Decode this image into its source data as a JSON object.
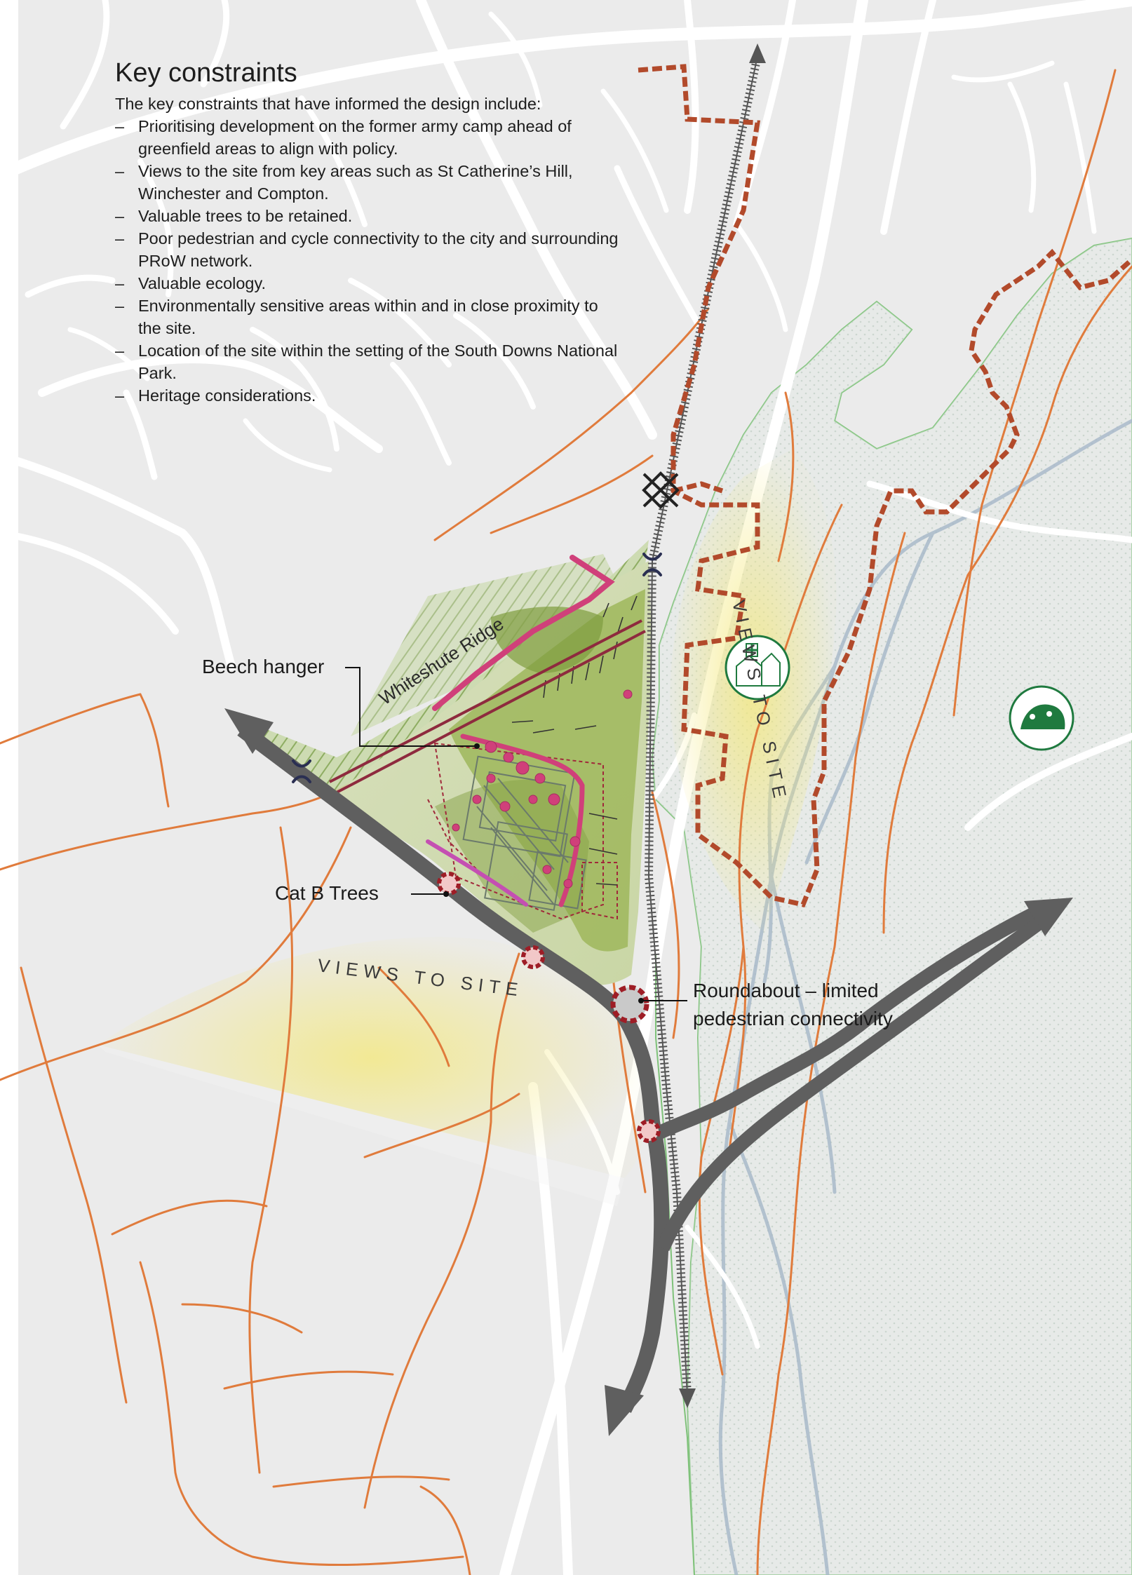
{
  "panel": {
    "title": "Key constraints",
    "intro": "The key constraints that have informed the design include:",
    "bullet": "–",
    "items": [
      "Prioritising development on the former army camp ahead of greenfield areas to align with policy.",
      "Views to the site from key areas such as St Catherine’s Hill, Winchester and Compton.",
      "Valuable trees to be retained.",
      "Poor pedestrian and cycle connectivity to the city and surrounding PRoW network.",
      "Valuable ecology.",
      "Environmentally sensitive areas within and in close proximity to the site.",
      "Location of the site within the setting of the South Downs National Park.",
      "Heritage considerations."
    ]
  },
  "map_labels": {
    "beech_hanger": "Beech hanger",
    "whiteshute_ridge": "Whiteshute Ridge",
    "cat_b_trees": "Cat B Trees",
    "views_to_site_south": "VIEWS TO SITE",
    "views_to_site_east": "VIEWS TO SITE",
    "roundabout": "Roundabout – limited pedestrian connectivity"
  },
  "icons": [
    "hospital-icon",
    "national-park-icon",
    "bridge-icon",
    "crossing-icon"
  ],
  "colors": {
    "background": "#ebebeb",
    "roads": "#ffffff",
    "prow": "#e07b3c",
    "boundary": "#b24a2b",
    "site_green": "#8aa64a",
    "magenta": "#d0407a",
    "main_road_arrow": "#5f5f5f",
    "views_yellow": "#f4e87a",
    "park_border": "#7fc27a",
    "icon_green": "#1f7a3f"
  }
}
